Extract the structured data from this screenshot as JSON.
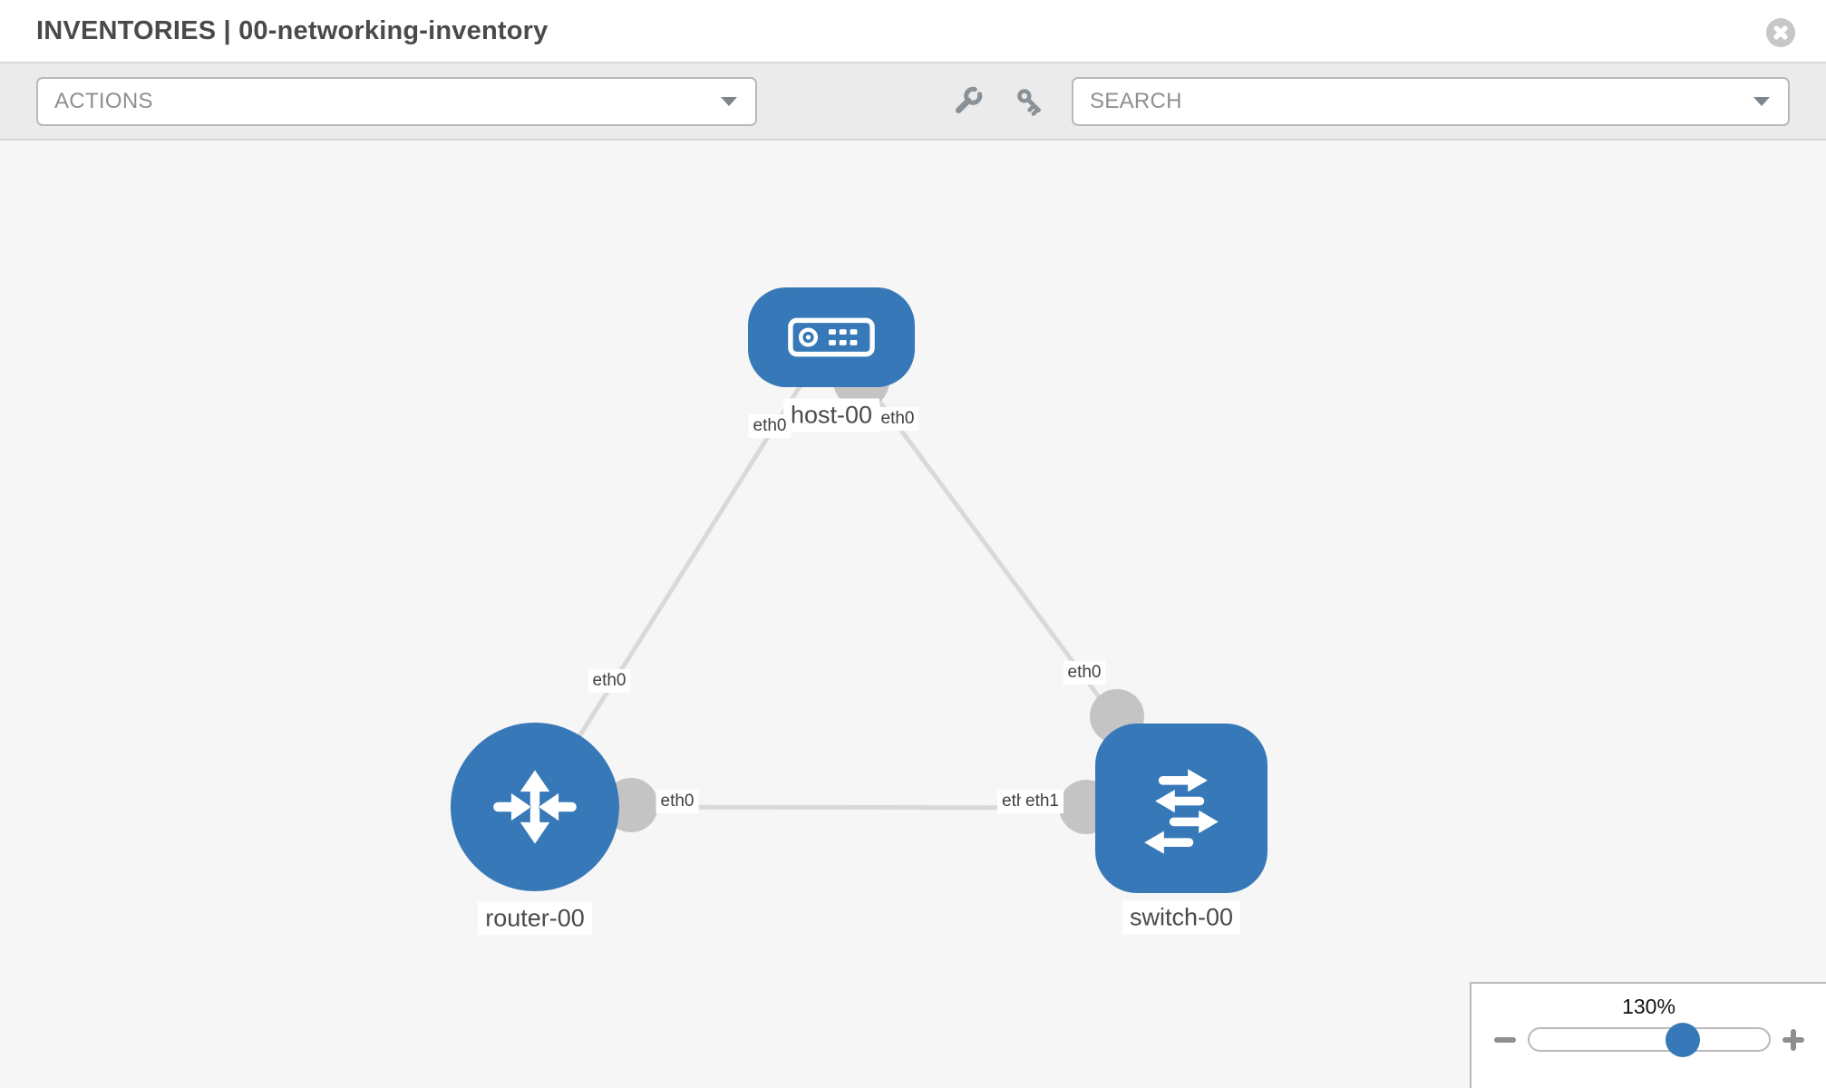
{
  "header": {
    "title": "INVENTORIES | 00-networking-inventory"
  },
  "toolbar": {
    "actions_label": "ACTIONS",
    "search_placeholder": "SEARCH",
    "tools": [
      {
        "icon": "wrench-icon"
      },
      {
        "icon": "key-icon"
      }
    ]
  },
  "topology": {
    "nodes": [
      {
        "label": "host-00",
        "type": "host"
      },
      {
        "label": "router-00",
        "type": "router"
      },
      {
        "label": "switch-00",
        "type": "switch"
      }
    ],
    "links": [
      {
        "from": "host-00",
        "from_if": "eth0",
        "to": "router-00",
        "to_if": "eth0"
      },
      {
        "from": "host-00",
        "from_if": "eth0",
        "to": "switch-00",
        "to_if": "eth0"
      },
      {
        "from": "router-00",
        "from_if": "eth0",
        "to": "switch-00",
        "to_if": "eth1"
      }
    ],
    "overlap_label_hidden": "eth0"
  },
  "zoom": {
    "level": "130%"
  },
  "colors": {
    "node_blue": "#3779b8",
    "link_gray": "#d9d9d9",
    "connector_gray": "#c4c4c4",
    "toolbar_bg": "#ebebeb",
    "canvas_bg": "#f6f6f6",
    "icon_gray": "#8b9297"
  }
}
